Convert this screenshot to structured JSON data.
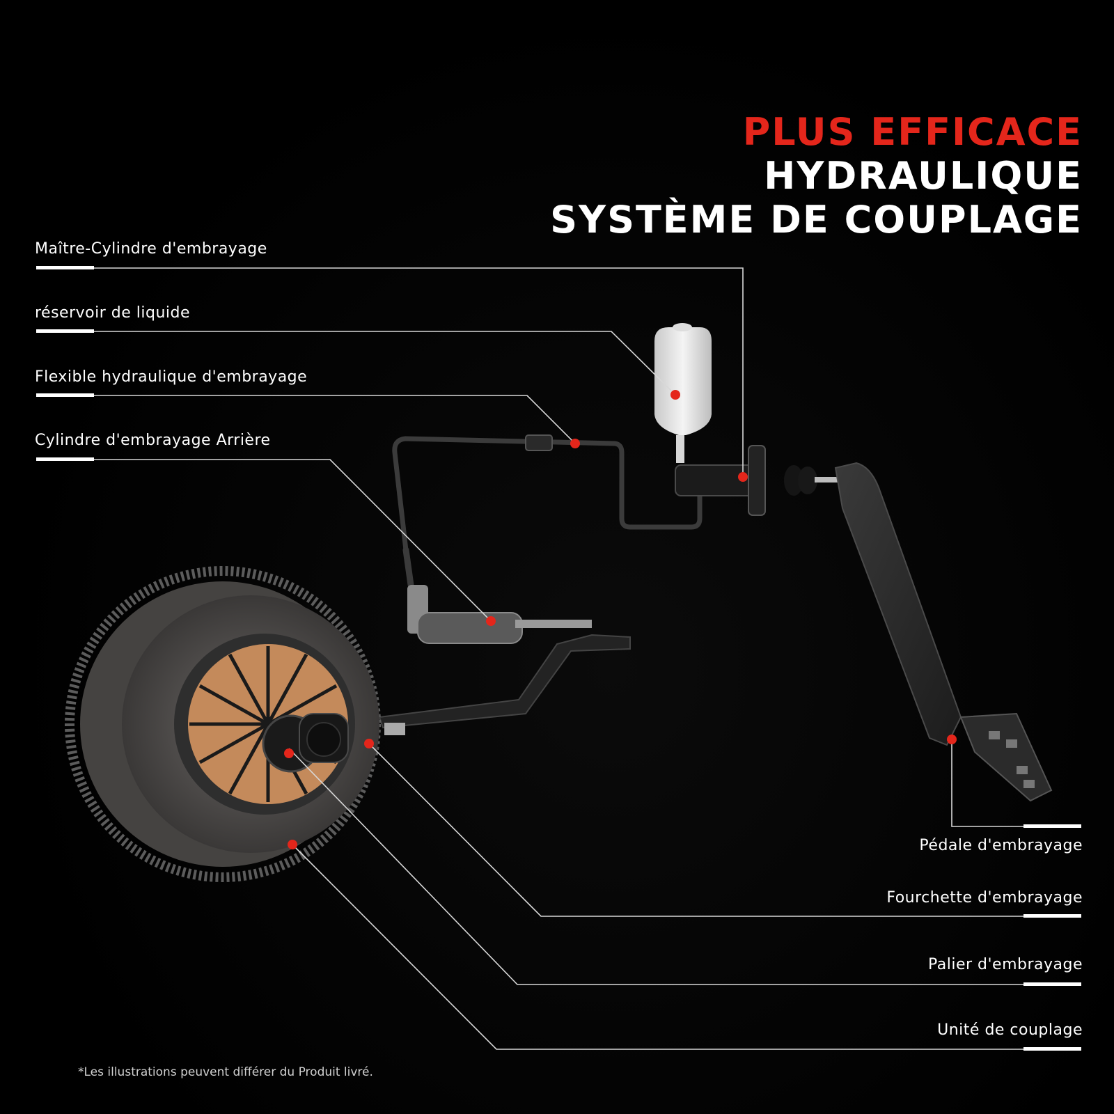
{
  "title": {
    "line1": "PLUS EFFICACE",
    "line2": "HYDRAULIQUE",
    "line3": "SYSTÈME DE COUPLAGE"
  },
  "labels": {
    "master_cylinder": "Maître-Cylindre d'embrayage",
    "reservoir": "réservoir de liquide",
    "hose": "Flexible hydraulique d'embrayage",
    "slave_cylinder": "Cylindre d'embrayage Arrière",
    "pedal": "Pédale d'embrayage",
    "fork": "Fourchette d'embrayage",
    "bearing": "Palier d'embrayage",
    "clutch_unit": "Unité de couplage"
  },
  "footnote": "*Les illustrations peuvent différer du Produit livré.",
  "colors": {
    "accent": "#e4261b",
    "background": "#000000",
    "text": "#ffffff"
  }
}
